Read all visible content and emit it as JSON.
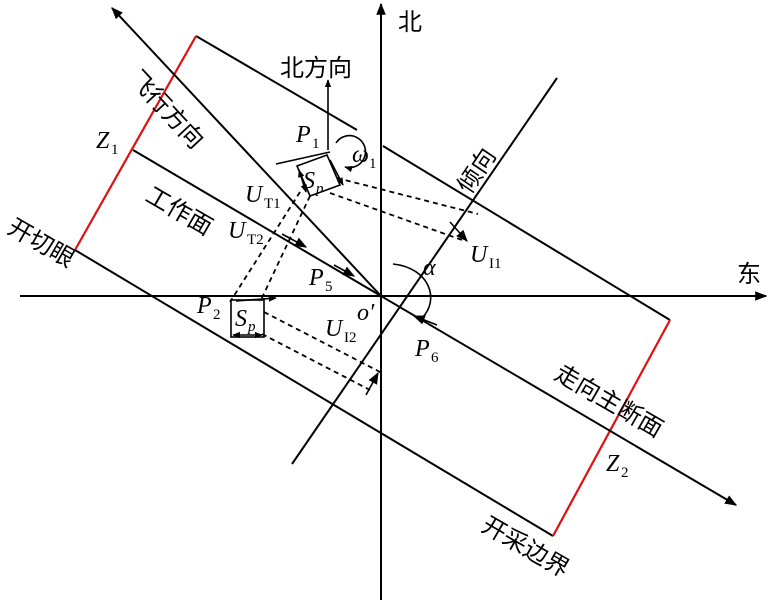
{
  "labels": {
    "north_axis": "北",
    "east_axis": "东",
    "north_direction": "北方向",
    "flight_direction": "飞行方向",
    "dip_direction": "倾向",
    "working_face": "工作面",
    "open_cut": "开切眼",
    "strike_section": "走向主断面",
    "mining_boundary": "开采边界",
    "origin": "o′",
    "alpha": "α",
    "omega": "ω",
    "omega_sub": "1",
    "P1": "P",
    "P1_sub": "1",
    "P2": "P",
    "P2_sub": "2",
    "P5": "P",
    "P5_sub": "5",
    "P6": "P",
    "P6_sub": "6",
    "Z1": "Z",
    "Z1_sub": "1",
    "Z2": "Z",
    "Z2_sub": "2",
    "UT1": "U",
    "UT1_sub": "T1",
    "UT2": "U",
    "UT2_sub": "T2",
    "UI1": "U",
    "UI1_sub": "I1",
    "UI2": "U",
    "UI2_sub": "I2",
    "S1": "S",
    "S1_sub": "p",
    "S2": "S",
    "S2_sub": "p"
  },
  "colors": {
    "line": "#000000",
    "boundary": "#e01010",
    "background": "#ffffff"
  }
}
